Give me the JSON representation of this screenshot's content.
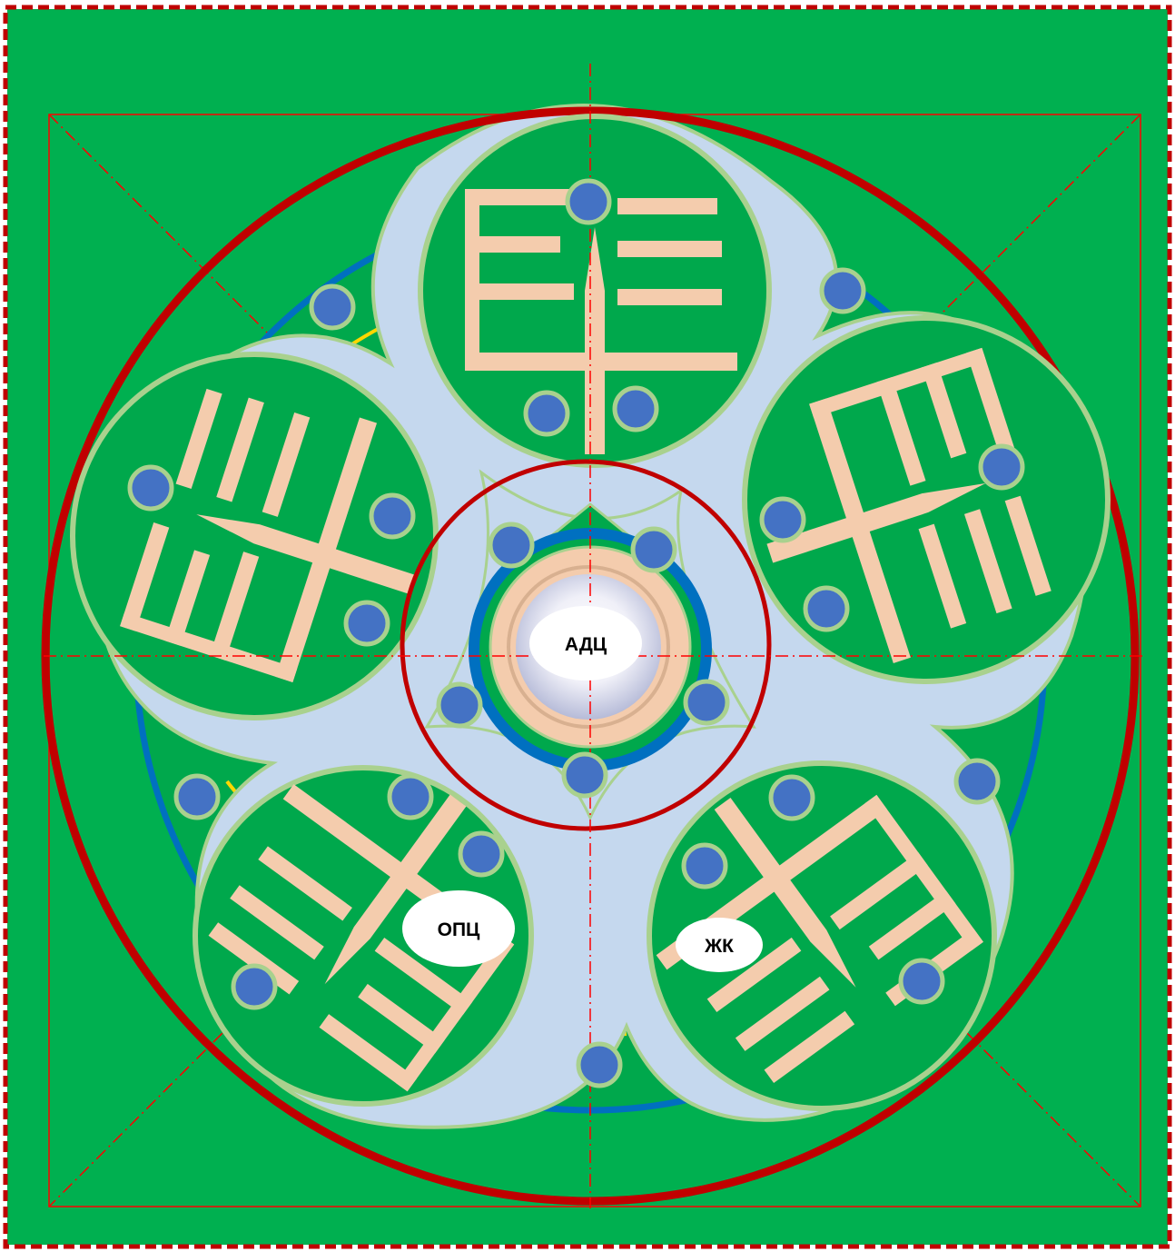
{
  "labels": {
    "center": "АДЦ",
    "lower_left": "ОПЦ",
    "lower_right": "ЖК"
  },
  "colors": {
    "ground": "#00b050",
    "border_dash": "#c00000",
    "main_ring": "#c00000",
    "outer_ring": "#0070c0",
    "path_fill": "#c5d8ee",
    "pod_fill": "#00a84c",
    "pod_stroke": "#a9d18e",
    "glyph": "#f4ccad",
    "node": "#4472c4",
    "node_ring": "#a9d18e",
    "axis": "#ff0000",
    "accent_arc": "#ffd700"
  },
  "structure": {
    "pod_count": 5,
    "center_node_count": 5,
    "ring_node_count": 5,
    "axis_style": "dash-dot"
  }
}
